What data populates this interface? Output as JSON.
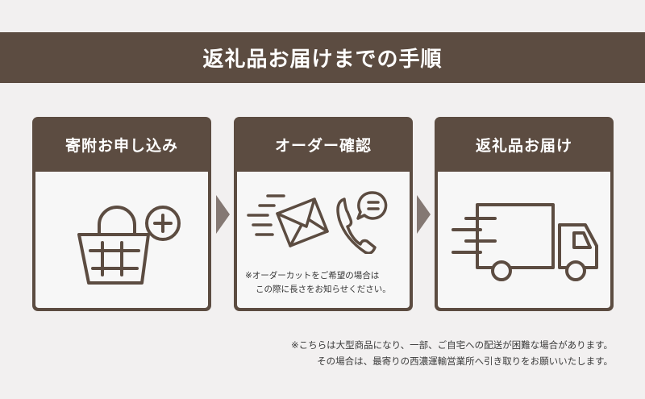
{
  "banner": {
    "title": "返礼品お届けまでの手順"
  },
  "steps": [
    {
      "title": "寄附お申し込み",
      "icon": "basket-plus-icon"
    },
    {
      "title": "オーダー確認",
      "icon": "mail-phone-icon",
      "note_line1": "※オーダーカットをご希望の場合は",
      "note_line2": "この際に長さをお知らせください。"
    },
    {
      "title": "返礼品お届け",
      "icon": "delivery-truck-icon"
    }
  ],
  "footer": {
    "line1": "※こちらは大型商品になり、一部、ご自宅への配送が困難な場合があります。",
    "line2": "その場合は、最寄りの西濃運輸営業所へ引き取りをお願いいたします。"
  },
  "colors": {
    "brand": "#5c4c41",
    "arrow": "#847873",
    "background": "#f2f0f0"
  }
}
